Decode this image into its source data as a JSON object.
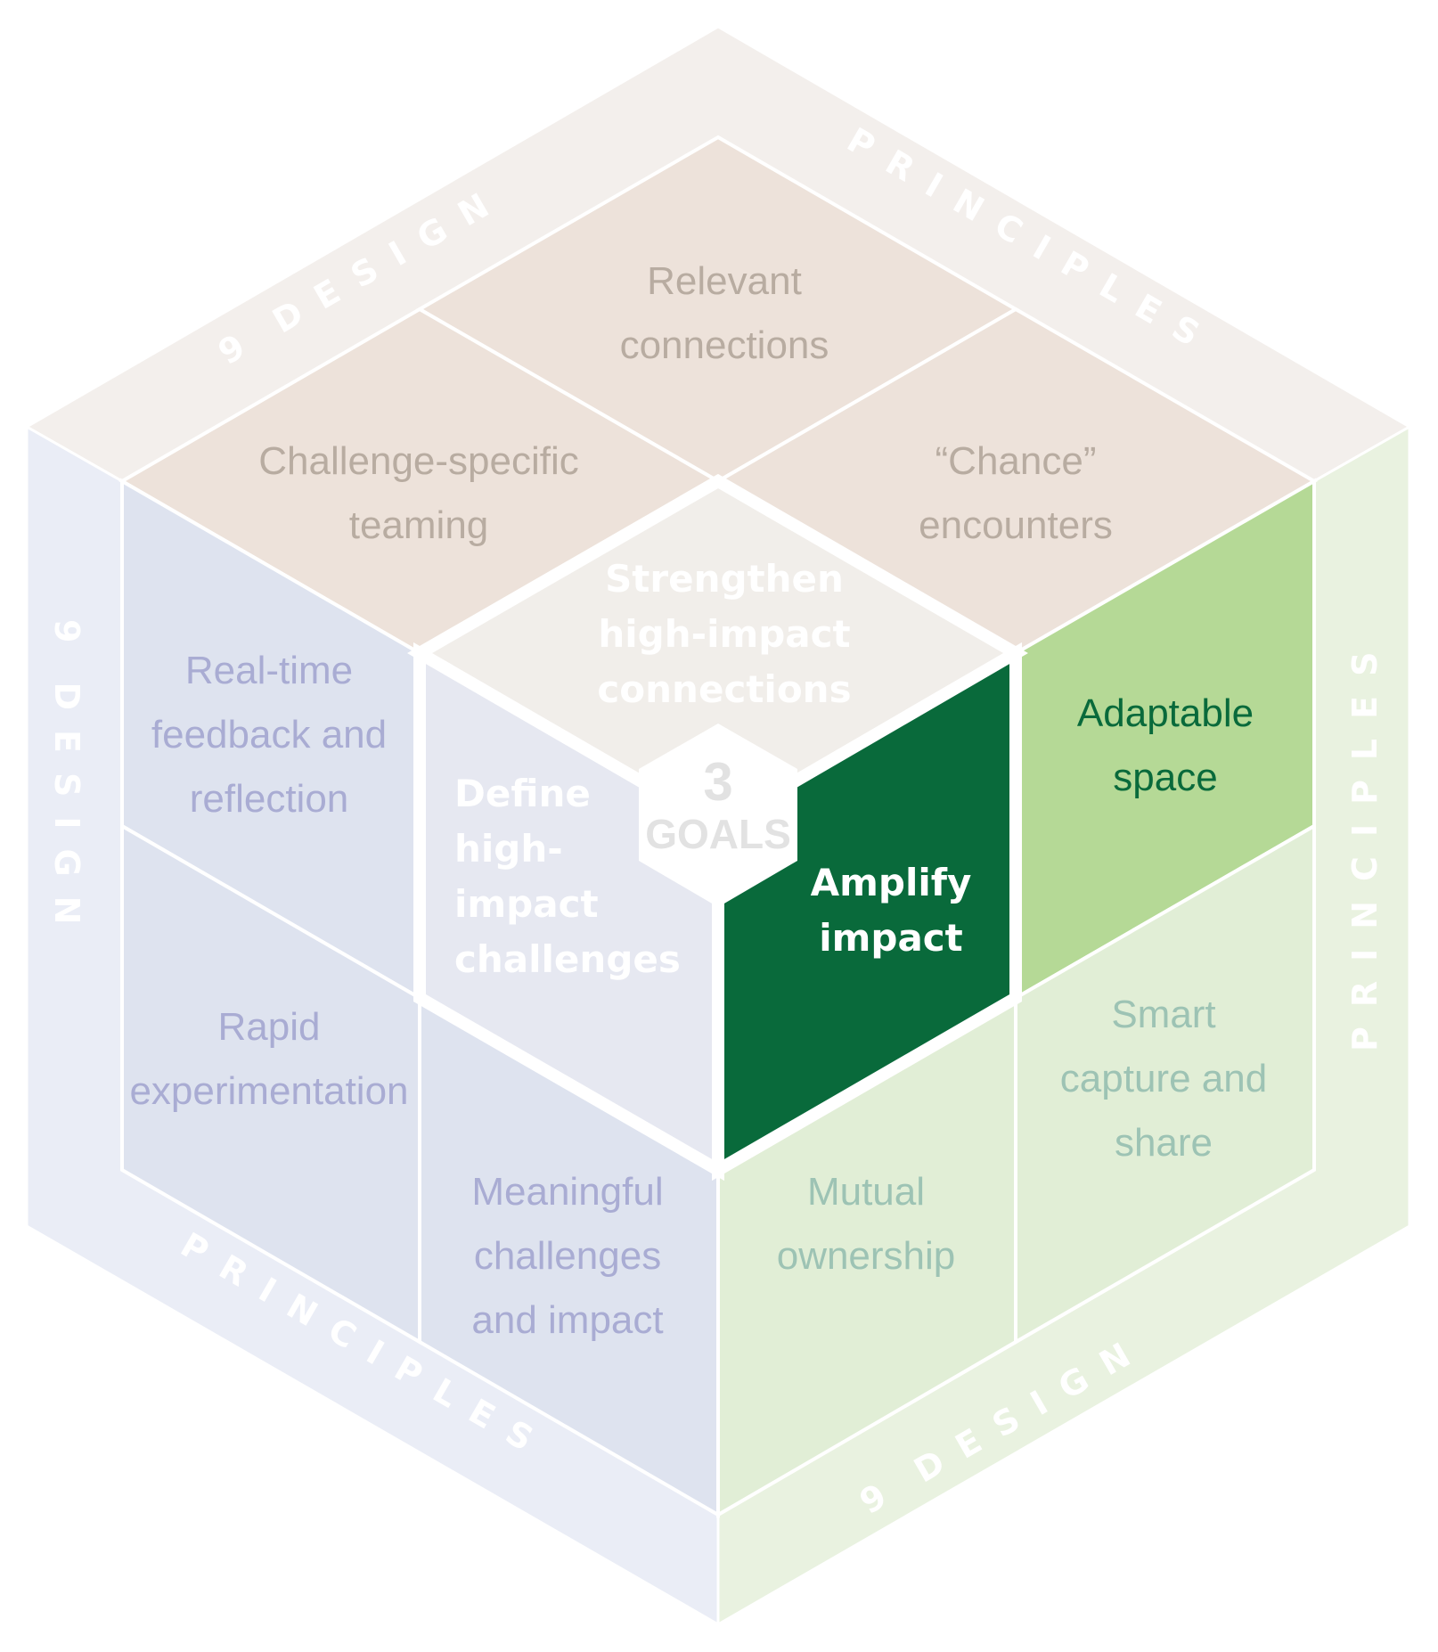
{
  "diagram": {
    "band_label": "9 DESIGN PRINCIPLES",
    "band_words": [
      "9",
      "DESIGN",
      "PRINCIPLES"
    ],
    "center": {
      "number": "3",
      "label": "GOALS"
    },
    "colors": {
      "band_top": "#f3efec",
      "band_left": "#eaedf6",
      "band_right": "#e9f2e0",
      "brown_cell": "#ede2da",
      "brown_text": "#b8aca1",
      "blue_cell": "#dee3ef",
      "blue_text": "#a9acd3",
      "green_cell": "#e1eed6",
      "green_text": "#9dc3b4",
      "adaptable_cell": "#b5d996",
      "adaptable_text": "#096a3b",
      "goal_top": "#f1eeea",
      "goal_left": "#e6e8f1",
      "goal_right": "#096a3b",
      "goal_text": "#ffffff",
      "goals_text": "#e2e2e2"
    },
    "principles": [
      {
        "id": "relevant-connections",
        "lines": [
          "Relevant",
          "connections"
        ],
        "face": "top"
      },
      {
        "id": "challenge-specific-teaming",
        "lines": [
          "Challenge-specific",
          "teaming"
        ],
        "face": "top"
      },
      {
        "id": "chance-encounters",
        "lines": [
          "“Chance”",
          "encounters"
        ],
        "face": "top"
      },
      {
        "id": "real-time-feedback",
        "lines": [
          "Real-time",
          "feedback and",
          "reflection"
        ],
        "face": "left"
      },
      {
        "id": "rapid-experimentation",
        "lines": [
          "Rapid",
          "experimentation"
        ],
        "face": "left"
      },
      {
        "id": "meaningful-challenges",
        "lines": [
          "Meaningful",
          "challenges",
          "and impact"
        ],
        "face": "left"
      },
      {
        "id": "adaptable-space",
        "lines": [
          "Adaptable",
          "space"
        ],
        "face": "right"
      },
      {
        "id": "smart-capture",
        "lines": [
          "Smart",
          "capture and",
          "share"
        ],
        "face": "right"
      },
      {
        "id": "mutual-ownership",
        "lines": [
          "Mutual",
          "ownership"
        ],
        "face": "right"
      }
    ],
    "goals": [
      {
        "id": "strengthen",
        "lines": [
          "Strengthen",
          "high-impact",
          "connections"
        ]
      },
      {
        "id": "define",
        "lines": [
          "Define",
          "high-",
          "impact",
          "challenges"
        ]
      },
      {
        "id": "amplify",
        "lines": [
          "Amplify",
          "impact"
        ]
      }
    ]
  }
}
